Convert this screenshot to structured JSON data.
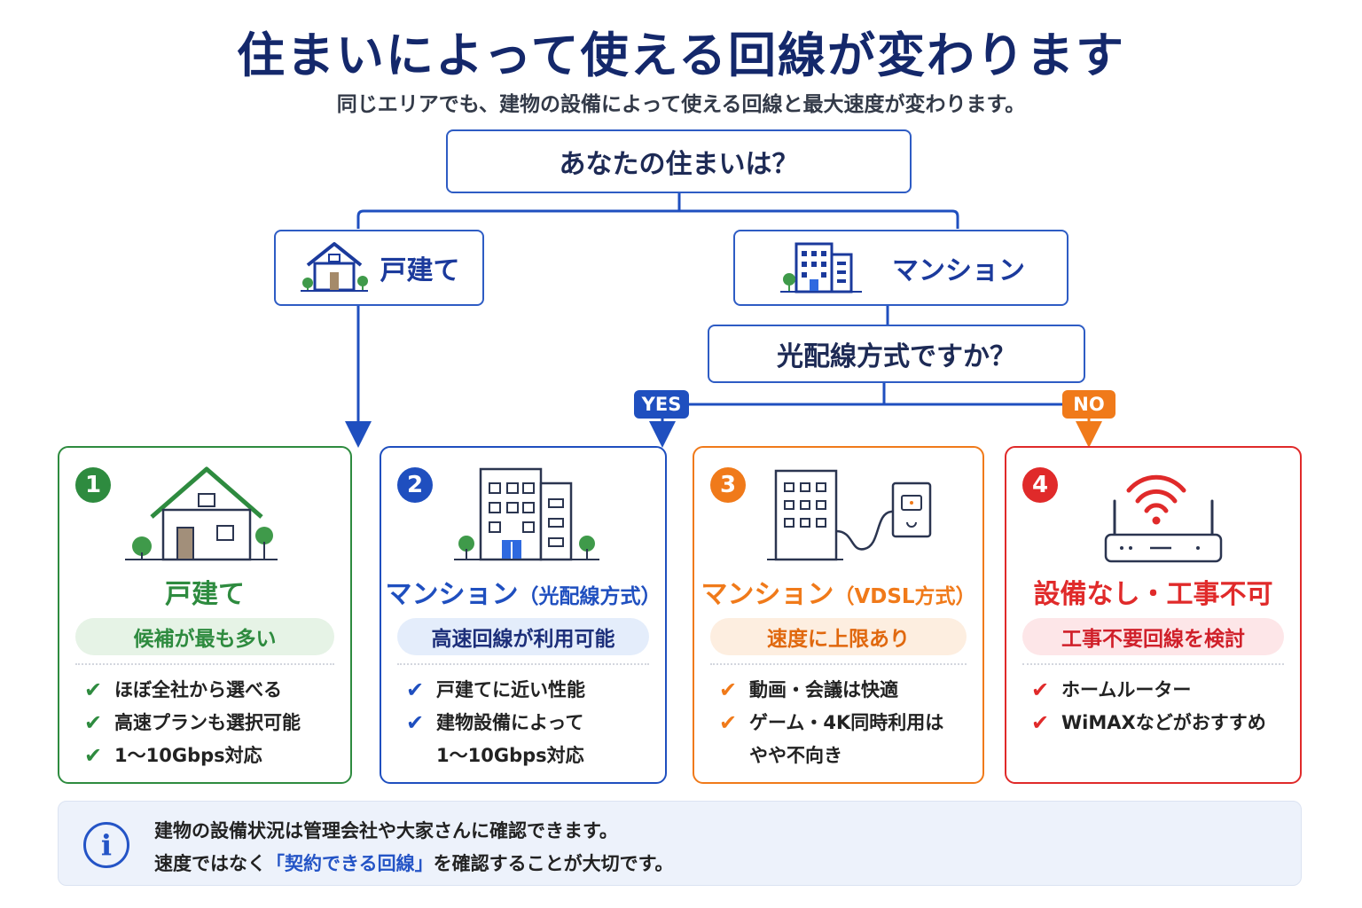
{
  "title": "住まいによって使える回線が変わります",
  "subtitle": "同じエリアでも、建物の設備によって使える回線と最大速度が変わります。",
  "flow": {
    "root": "あなたの住まいは？",
    "house": "戸建て",
    "mansion": "マンション",
    "fiber_question": "光配線方式ですか？",
    "yes": "YES",
    "no": "NO"
  },
  "cards": [
    {
      "number": "1",
      "title": "戸建て",
      "title_sub": "",
      "pill": "候補が最も多い",
      "checks": [
        "ほぼ全社から選べる",
        "高速プランも選択可能",
        "1〜10Gbps対応"
      ],
      "color": "#2e8b3f",
      "pill_bg": "#e6f3e6",
      "icon": "house-icon"
    },
    {
      "number": "2",
      "title": "マンション",
      "title_sub": "（光配線方式）",
      "pill": "高速回線が利用可能",
      "checks": [
        "戸建てに近い性能",
        "建物設備によって\n1〜10Gbps対応"
      ],
      "color": "#1f4fbf",
      "pill_bg": "#e4edfb",
      "icon": "apartment-building-icon"
    },
    {
      "number": "3",
      "title": "マンション",
      "title_sub": "（VDSL方式）",
      "pill": "速度に上限あり",
      "checks": [
        "動画・会議は快適",
        "ゲーム・4K同時利用は\nやや不向き"
      ],
      "color": "#f07a1a",
      "pill_bg": "#fdeee0",
      "icon": "building-with-phone-outlet-icon"
    },
    {
      "number": "4",
      "title": "設備なし・工事不可",
      "title_sub": "",
      "pill": "工事不要回線を検討",
      "checks": [
        "ホームルーター",
        "WiMAXなどがおすすめ"
      ],
      "color": "#e02a2a",
      "pill_bg": "#fde6e8",
      "icon": "wifi-router-icon"
    }
  ],
  "note": {
    "icon": "info-icon",
    "line1": "建物の設備状況は管理会社や大家さんに確認できます。",
    "line2_pre": "速度ではなく",
    "line2_hl": "「契約できる回線」",
    "line2_post": "を確認することが大切です。"
  }
}
